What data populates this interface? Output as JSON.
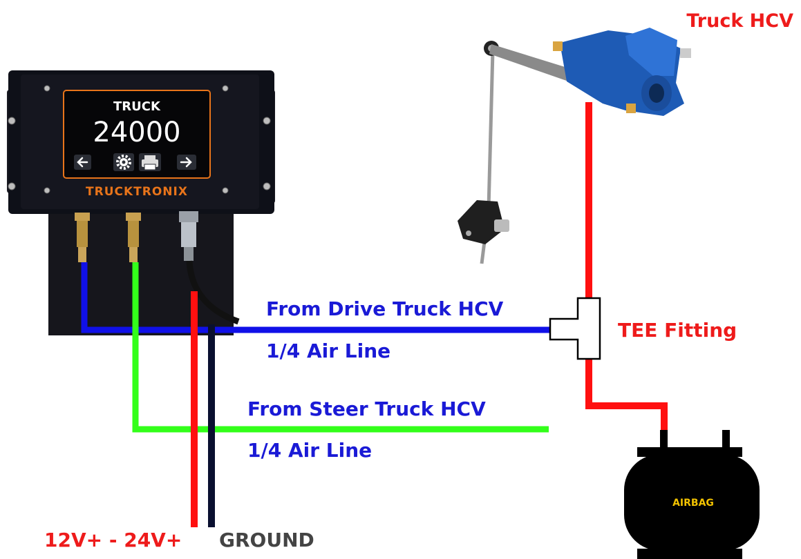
{
  "device": {
    "screen_title": "TRUCK",
    "screen_value": "24000",
    "brand": "TRUCKTRONIX"
  },
  "labels": {
    "truck_hcv": "Truck HCV",
    "tee_fitting": "TEE Fitting",
    "drive_line": "From Drive Truck HCV",
    "drive_line_sub": "1/4 Air Line",
    "steer_line": "From Steer Truck HCV",
    "steer_line_sub": "1/4 Air Line",
    "power": "12V+ - 24V+",
    "ground": "GROUND",
    "airbag": "AIRBAG"
  },
  "colors": {
    "drive_line": "#1010e8",
    "steer_line": "#33ff1a",
    "power_line": "#ff1010",
    "ground_line": "#0a1030",
    "label_blue": "#1a1ad6",
    "label_red": "#ee1b1b",
    "label_gray": "#444444",
    "airbag_text": "#f2c200",
    "hcv_blue": "#1e5bb5",
    "brand_orange": "#e8741a"
  },
  "icons": [
    "arrow-left-icon",
    "gear-icon",
    "printer-icon",
    "arrow-right-icon"
  ]
}
